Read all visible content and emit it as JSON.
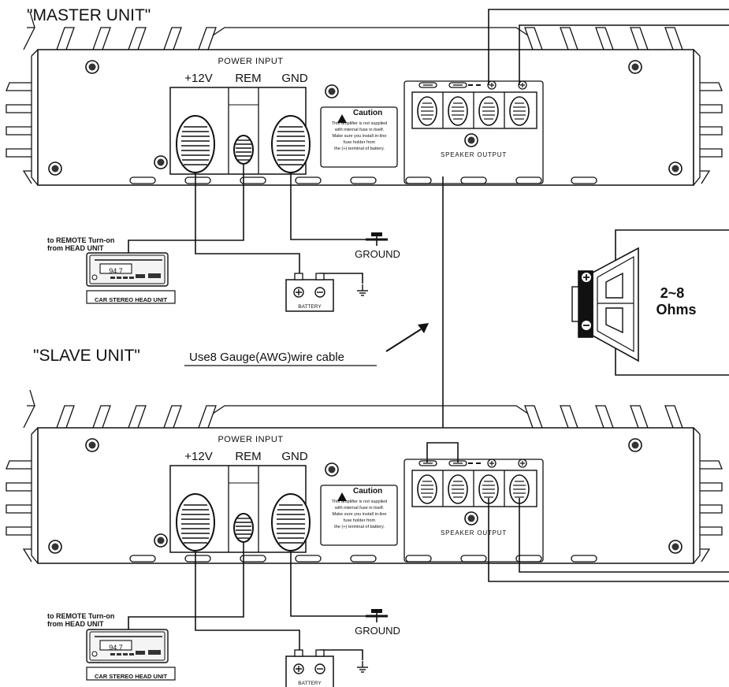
{
  "units": {
    "master": {
      "title": "\"MASTER UNIT\""
    },
    "slave": {
      "title": "\"SLAVE UNIT\""
    }
  },
  "panel": {
    "power_input": "POWER INPUT",
    "plus12v": "+12V",
    "rem": "REM",
    "gnd": "GND",
    "speaker_output": "SPEAKER OUTPUT"
  },
  "caution": {
    "title": "Caution",
    "lines": [
      "This amplifier is not supplied",
      "with internal fuse in itself.",
      "Make sure you install in-line",
      "fuse holder from",
      "the (+) terminal of battery."
    ]
  },
  "remote": {
    "line1": "to REMOTE Turn-on",
    "line2": "from HEAD UNIT"
  },
  "head_unit": {
    "display": "94.7",
    "label": "CAR STEREO HEAD UNIT"
  },
  "battery_label": "BATTERY",
  "ground_label": "GROUND",
  "wire_note": "Use8 Gauge(AWG)wire cable",
  "speaker": {
    "impedance_1": "2~8",
    "impedance_2": "Ohms"
  },
  "colors": {
    "line": "#111111",
    "fill": "#ffffff"
  }
}
